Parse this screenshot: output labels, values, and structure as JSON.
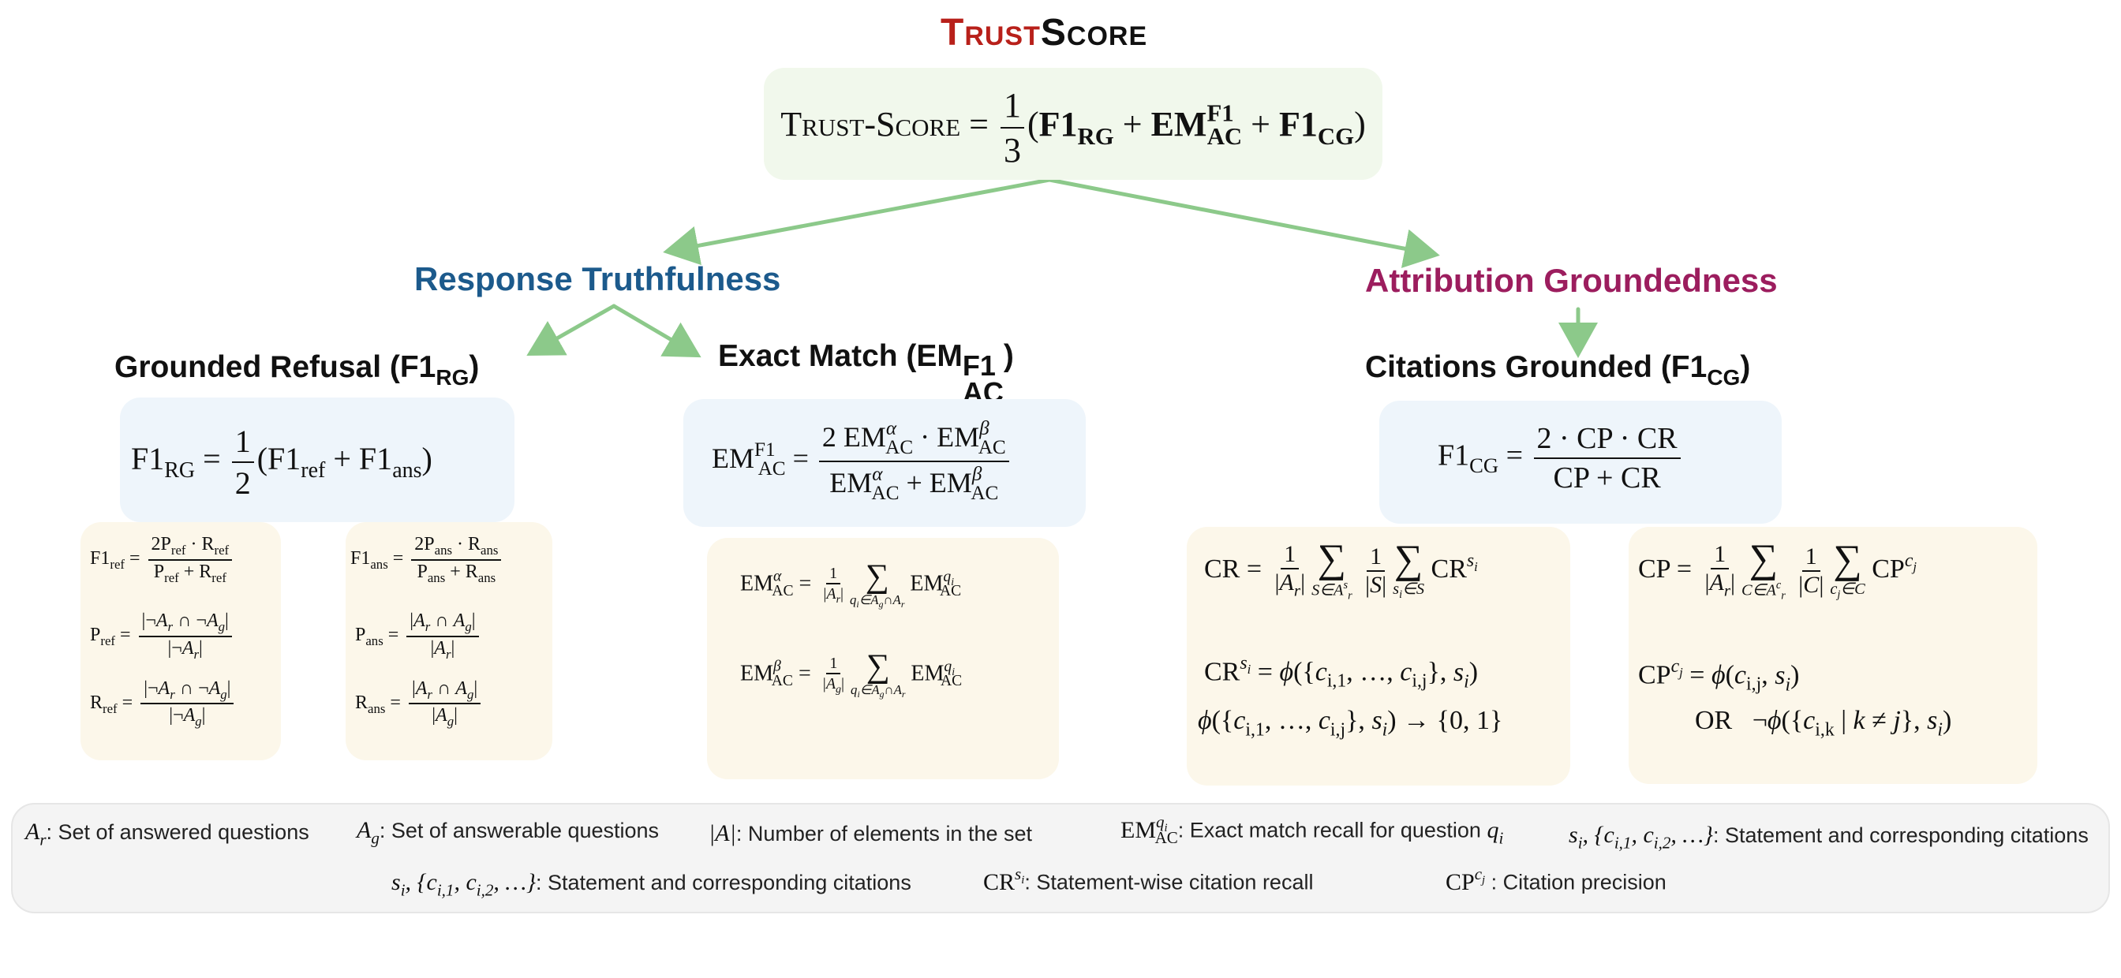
{
  "title": {
    "part1": "Trust",
    "part2": "Score",
    "color1": "#b8201a",
    "color2": "#111111"
  },
  "main_formula": {
    "lhs": "Trust-Score",
    "coef_num": "1",
    "coef_den": "3",
    "terms": [
      "F1",
      "RG",
      "EM",
      "F1",
      "AC",
      "F1",
      "CG"
    ]
  },
  "branches": {
    "response": {
      "label": "Response Truthfulness",
      "color": "#1c5a8c"
    },
    "attribution": {
      "label": "Attribution Groundedness",
      "color": "#9c1d5e"
    }
  },
  "subs": {
    "refusal": {
      "label": "Grounded Refusal (F1",
      "sub": "RG",
      "close": ")"
    },
    "exact": {
      "label": "Exact Match (EM",
      "sup": "F1",
      "sub": "AC",
      "close": ")"
    },
    "citations": {
      "label": "Citations Grounded (F1",
      "sub": "CG",
      "close": ")"
    }
  },
  "legend": {
    "row1": [
      {
        "sym": "A",
        "symsub": "r",
        "text": ": Set of answered questions"
      },
      {
        "sym": "A",
        "symsub": "g",
        "text": ": Set of answerable questions"
      },
      {
        "sym": "|A|",
        "text": ": Number of elements in the set"
      },
      {
        "sym": "EM",
        "text": ": Exact match recall for question"
      },
      {
        "text": ": Statement and corresponding citations"
      }
    ],
    "row2": [
      {
        "text": ": Statement and corresponding citations"
      },
      {
        "sym": "CR",
        "text": ": Statement-wise citation recall"
      },
      {
        "sym": "CP",
        "text": ": Citation precision"
      }
    ]
  },
  "colors": {
    "arrow": "#8cc98a",
    "green_box": "#f1f8ec",
    "blue_box": "#eef5fb",
    "cream_box": "#fcf7ea"
  }
}
